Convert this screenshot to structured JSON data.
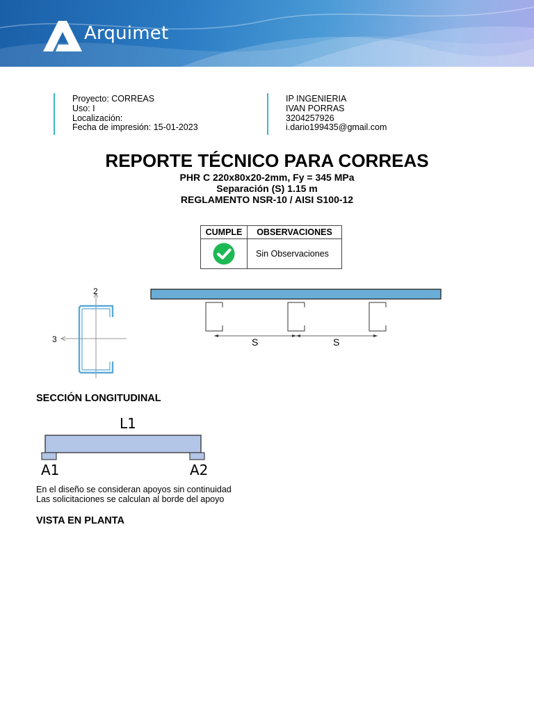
{
  "brand": {
    "name": "Arquimet"
  },
  "project": {
    "lines": [
      "Proyecto: CORREAS",
      "Uso: I",
      "Localización:",
      "Fecha de impresión: 15-01-2023"
    ]
  },
  "company": {
    "lines": [
      "IP INGENIERIA",
      "IVAN PORRAS",
      "3204257926",
      "i.dario199435@gmail.com"
    ]
  },
  "report": {
    "title": "REPORTE TÉCNICO PARA CORREAS",
    "profile": "PHR C 220x80x20-2mm, Fy = 345 MPa",
    "spacing": "Separación (S) 1.15 m",
    "code": "REGLAMENTO NSR-10 / AISI S100-12"
  },
  "status_table": {
    "headers": [
      "CUMPLE",
      "OBSERVACIONES"
    ],
    "observation": "Sin Observaciones",
    "complies": true
  },
  "section_diagram": {
    "axis_vertical": "2",
    "axis_horizontal": "3"
  },
  "spacing_diagram": {
    "labels": [
      "S",
      "S"
    ]
  },
  "longitudinal": {
    "heading": "SECCIÓN LONGITUDINAL",
    "span_label": "L1",
    "support_left": "A1",
    "support_right": "A2",
    "notes": [
      "En el diseño se consideran apoyos sin continuidad",
      "Las solicitaciones se calculan al borde del apoyo"
    ]
  },
  "plan_view": {
    "heading": "VISTA EN PLANTA"
  },
  "colors": {
    "accent": "#3bb8c9",
    "check": "#1db954",
    "beam": "#6aaed8",
    "slab": "#b4c6e7"
  }
}
